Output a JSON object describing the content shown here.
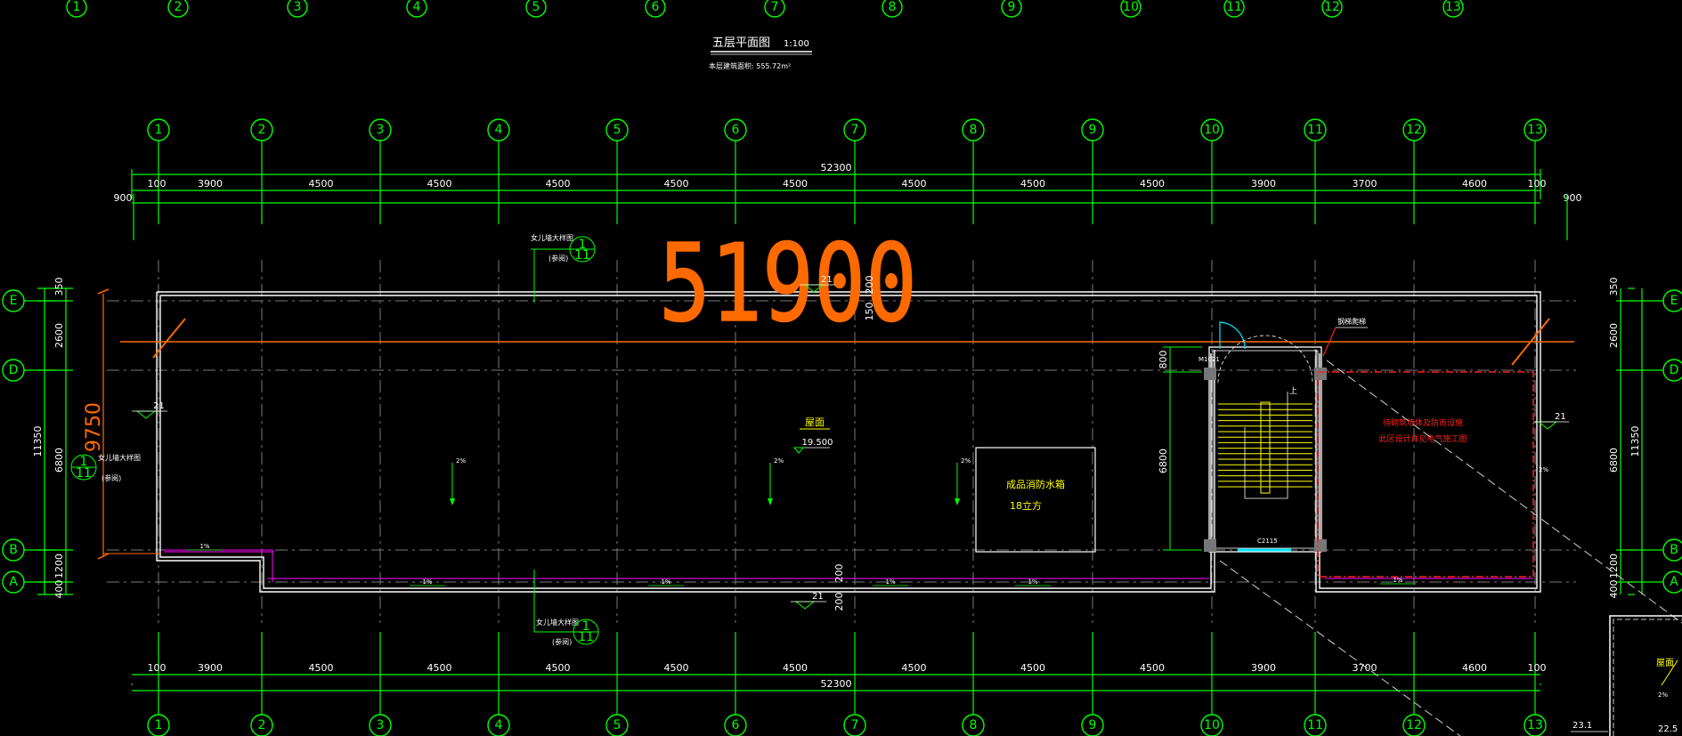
{
  "plan": {
    "title": "五层平面图",
    "scale": "1:100",
    "area_note": "本层建筑面积: 555.72m²",
    "big_dimension": "51900",
    "left_red_dimension": "9750",
    "roof_label": "屋面",
    "roof_elevation": "19.500",
    "roof_label_small": "屋面",
    "tank_label": "成品消防水箱",
    "tank_volume": "18立方",
    "red_note_line1": "待砌筑墙体及防雨设施",
    "red_note_line2": "此区设计详见电气施工图",
    "fire_box_label": "钢梯爬梯",
    "door_label": "M1021",
    "window_label": "C2115",
    "detail_ref_label": "女儿墙大样图",
    "detail_ref_note": "(参阅)",
    "detail_ref_num": "1",
    "detail_ref_sheet": "11",
    "slope_2pct": "2%",
    "slope_1pct": "1%",
    "sec_21": "21",
    "arrow_up": "上",
    "bottom_right_elev1": "23.1",
    "bottom_right_elev2": "22.5"
  },
  "axes": {
    "numbers": [
      "1",
      "2",
      "3",
      "4",
      "5",
      "6",
      "7",
      "8",
      "9",
      "10",
      "11",
      "12",
      "13"
    ],
    "letters": [
      "E",
      "D",
      "B",
      "A"
    ]
  },
  "dimensions": {
    "overall": "52300",
    "edge_offset": "100",
    "side_offset": "900",
    "bays": [
      "3900",
      "4500",
      "4500",
      "4500",
      "4500",
      "4500",
      "4500",
      "4500",
      "4500",
      "3900",
      "3700",
      "4600"
    ],
    "left_total": "11350",
    "left_segments": [
      "350",
      "2600",
      "6800",
      "1200",
      "400"
    ],
    "stair_800": "800",
    "stair_6800": "6800",
    "dim_200": "200",
    "dim_150": "150"
  },
  "colors": {
    "axis": "#00ff00",
    "wall": "#ffffff",
    "accent_orange": "#ff6a00",
    "accent_red": "#ff2020",
    "accent_yellow": "#ffff00",
    "drain_magenta": "#ff00ff",
    "door_cyan": "#00e5ff",
    "background": "#000000"
  }
}
